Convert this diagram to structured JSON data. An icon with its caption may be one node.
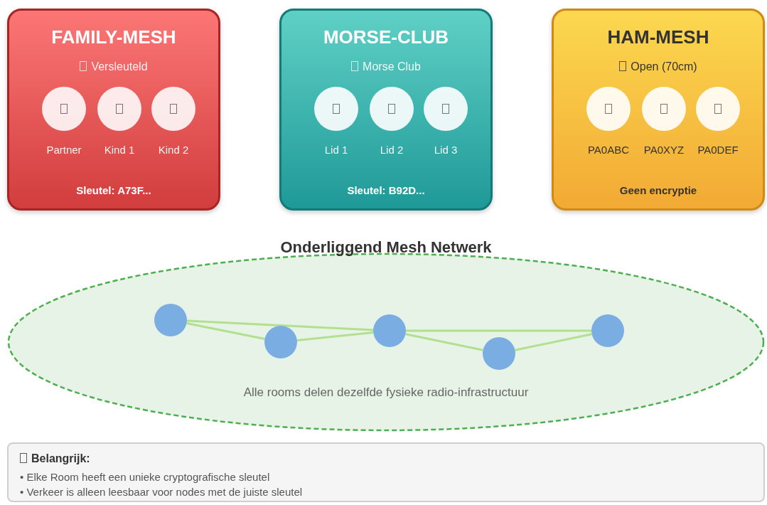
{
  "diagram": {
    "nodes": [
      {
        "text": [
          "FAMILY-MESH",
          "Versleuteld",
          "Sleutel: A73F..."
        ]
      },
      {
        "text": [],
        "shape": "circle",
        "in": 0,
        "beside": [
          "Partner"
        ]
      },
      {
        "text": [],
        "shape": "circle",
        "in": 0,
        "beside": [
          "Kind 1"
        ]
      },
      {
        "text": [],
        "shape": "circle",
        "in": 0,
        "beside": [
          "Kind 2"
        ]
      },
      {
        "text": [
          "MORSE-CLUB",
          "Morse Club",
          "Sleutel: B92D..."
        ]
      },
      {
        "text": [],
        "shape": "circle",
        "in": 4,
        "beside": [
          "Lid 1"
        ]
      },
      {
        "text": [],
        "shape": "circle",
        "in": 4,
        "beside": [
          "Lid 2"
        ]
      },
      {
        "text": [],
        "shape": "circle",
        "in": 4,
        "beside": [
          "Lid 3"
        ]
      },
      {
        "text": [
          "HAM-MESH",
          "Open (70cm)",
          "Geen encryptie"
        ]
      },
      {
        "text": [],
        "shape": "circle",
        "in": 8,
        "beside": [
          "PA0ABC"
        ]
      },
      {
        "text": [],
        "shape": "circle",
        "in": 8,
        "beside": [
          "PA0XYZ"
        ]
      },
      {
        "text": [],
        "shape": "circle",
        "in": 8,
        "beside": [
          "PA0DEF"
        ]
      },
      {
        "text": [
          "Onderliggend Mesh Netwerk",
          "Alle rooms delen dezelfde fysieke radio-infrastructuur"
        ]
      },
      {
        "text": [],
        "shape": "circle",
        "in": 12
      },
      {
        "text": [],
        "shape": "circle",
        "in": 12
      },
      {
        "text": [],
        "shape": "circle",
        "in": 12
      },
      {
        "text": [],
        "shape": "circle",
        "in": 12
      },
      {
        "text": [],
        "shape": "circle",
        "in": 12
      },
      {
        "text": [
          "Belangrijk:",
          "• Elke Room heeft een unieke cryptografische sleutel",
          "• Verkeer is alleen leesbaar voor nodes met de juiste sleutel"
        ]
      }
    ],
    "edges": [
      {
        "from": 13,
        "to": 15,
        "arrow": "none"
      },
      {
        "from": 13,
        "to": 14,
        "arrow": "none"
      },
      {
        "from": 14,
        "to": 15,
        "arrow": "none"
      },
      {
        "from": 15,
        "to": 17,
        "arrow": "none"
      },
      {
        "from": 15,
        "to": 16,
        "arrow": "none"
      },
      {
        "from": 16,
        "to": 17,
        "arrow": "none"
      }
    ]
  }
}
